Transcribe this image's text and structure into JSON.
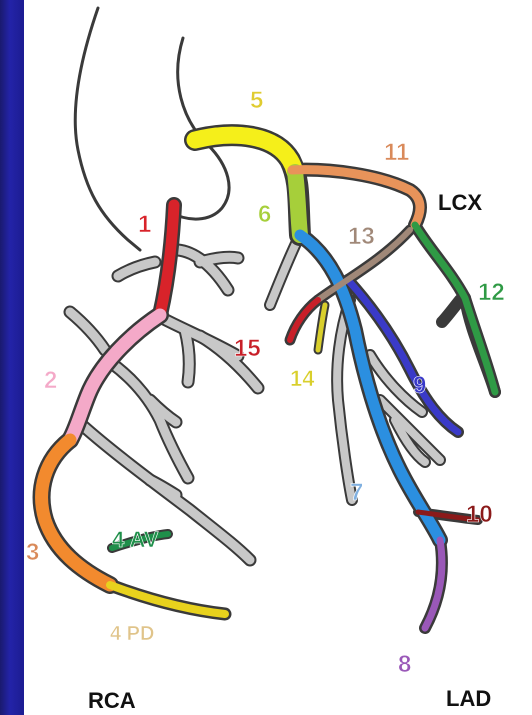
{
  "labels": {
    "seg1": "1",
    "seg2": "2",
    "seg3": "3",
    "seg4av": "4 AV",
    "seg4pd": "4 PD",
    "seg5": "5",
    "seg6": "6",
    "seg7": "7",
    "seg8": "8",
    "seg9": "9",
    "seg10": "10",
    "seg11": "11",
    "seg12": "12",
    "seg13": "13",
    "seg14": "14",
    "seg15": "15",
    "lcx": "LCX",
    "rca": "RCA",
    "lad": "LAD"
  },
  "colors": {
    "seg1": "#d8232a",
    "seg2": "#f4a9c8",
    "seg3": "#f28a2e",
    "seg4av": "#1f8f4a",
    "seg4pd": "#e8d21d",
    "seg5": "#f5ef1a",
    "seg6": "#a6cf3a",
    "seg7": "#2b8fe0",
    "seg8": "#9a58b8",
    "seg9": "#3a3ac8",
    "seg10": "#8b1a1a",
    "seg11": "#e8935a",
    "seg12": "#2f9a45",
    "seg13": "#a08878",
    "seg14": "#d9cf2c",
    "seg15": "#c81f28",
    "branch": "#c8c8c8",
    "outline": "#3a3a3a"
  }
}
